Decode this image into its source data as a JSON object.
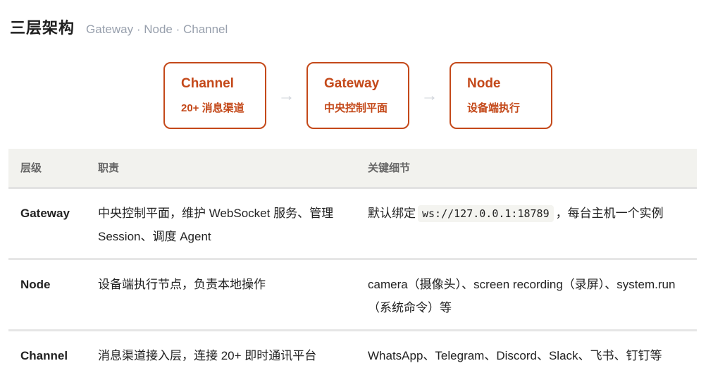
{
  "header": {
    "title": "三层架构",
    "subtitle": "Gateway · Node · Channel"
  },
  "flow": {
    "boxes": [
      {
        "name": "Channel",
        "desc": "20+ 消息渠道"
      },
      {
        "name": "Gateway",
        "desc": "中央控制平面"
      },
      {
        "name": "Node",
        "desc": "设备端执行"
      }
    ],
    "arrow": "→",
    "accent_color": "#c4491a"
  },
  "table": {
    "columns": [
      "层级",
      "职责",
      "关键细节"
    ],
    "rows": [
      {
        "layer": "Gateway",
        "duty": "中央控制平面，维护 WebSocket 服务、管理 Session、调度 Agent",
        "detail_prefix": "默认绑定",
        "detail_code": "ws://127.0.0.1:18789",
        "detail_suffix": "，每台主机一个实例"
      },
      {
        "layer": "Node",
        "duty": "设备端执行节点，负责本地操作",
        "detail": "camera（摄像头）、screen recording（录屏）、system.run（系统命令）等"
      },
      {
        "layer": "Channel",
        "duty": "消息渠道接入层，连接 20+ 即时通讯平台",
        "detail": "WhatsApp、Telegram、Discord、Slack、飞书、钉钉等"
      }
    ]
  }
}
